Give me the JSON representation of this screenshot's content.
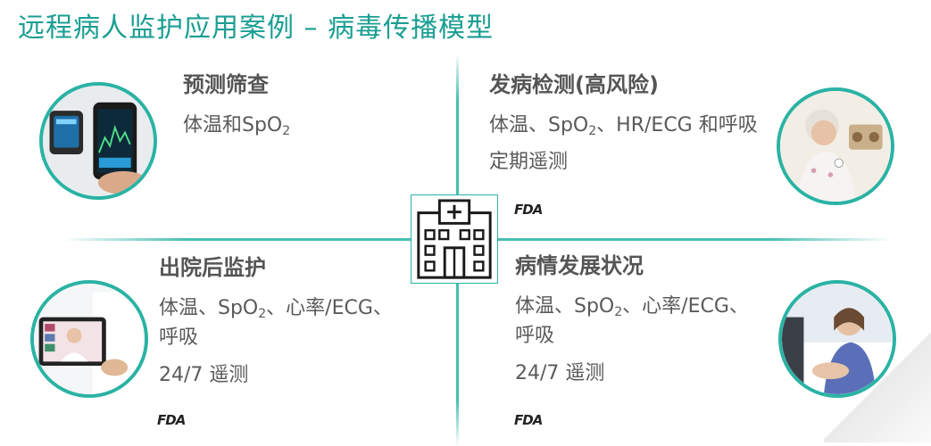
{
  "title": "远程病人监护应用案例 – 病毒传播模型",
  "quadrants": {
    "top_left": {
      "heading": "预测筛查",
      "line1_a": "体温和SpO",
      "line1_sub": "2"
    },
    "top_right": {
      "heading": "发病检测(高风险)",
      "line1_a": "体温、SpO",
      "line1_sub": "2",
      "line1_b": "、HR/ECG 和呼吸",
      "line2": "定期遥测",
      "fda": "FDA"
    },
    "bottom_left": {
      "heading": "出院后监护",
      "line1_a": "体温、SpO",
      "line1_sub": "2",
      "line1_b": "、心率/ECG、",
      "line2": "呼吸",
      "line3": "24/7 遥测",
      "fda": "FDA"
    },
    "bottom_right": {
      "heading": "病情发展状况",
      "line1_a": "体温、SpO",
      "line1_sub": "2",
      "line1_b": "、心率/ECG、",
      "line2": "呼吸",
      "line3": "24/7 遥测",
      "fda": "FDA"
    }
  },
  "icons": {
    "center": "hospital-icon",
    "photos": [
      "smartwatch-phone-photo",
      "elderly-woman-patch-photo",
      "tablet-doctor-photo",
      "patient-bed-photo"
    ]
  },
  "colors": {
    "accent": "#1a9e92",
    "circle_border": "#2ab3a4",
    "text": "#555555"
  }
}
